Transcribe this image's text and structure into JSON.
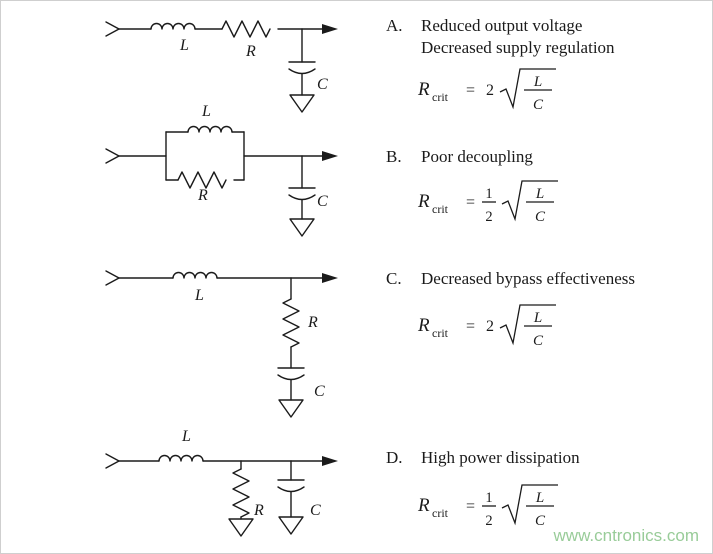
{
  "colors": {
    "ink": "#1b1b1b",
    "watermark": "#99cc99",
    "background": "#ffffff"
  },
  "watermark": {
    "text": "www.cntronics.com"
  },
  "circuits": {
    "a": {
      "inductor": "L",
      "resistor": "R",
      "capacitor": "C"
    },
    "b": {
      "inductor": "L",
      "resistor": "R",
      "capacitor": "C"
    },
    "c": {
      "inductor": "L",
      "resistor": "R",
      "capacitor": "C"
    },
    "d": {
      "inductor": "L",
      "resistor": "R",
      "capacitor": "C"
    }
  },
  "answers": {
    "a": {
      "letter": "A.",
      "line1": "Reduced output voltage",
      "line2": "Decreased supply regulation",
      "formula": {
        "base": "R",
        "sub": "crit",
        "eq": "=",
        "coeff": "2",
        "num": "L",
        "den": "C"
      }
    },
    "b": {
      "letter": "B.",
      "line1": "Poor decoupling",
      "formula": {
        "base": "R",
        "sub": "crit",
        "eq": "=",
        "coeff_num": "1",
        "coeff_den": "2",
        "num": "L",
        "den": "C"
      }
    },
    "c": {
      "letter": "C.",
      "line1": "Decreased bypass effectiveness",
      "formula": {
        "base": "R",
        "sub": "crit",
        "eq": "=",
        "coeff": "2",
        "num": "L",
        "den": "C"
      }
    },
    "d": {
      "letter": "D.",
      "line1": "High power dissipation",
      "formula": {
        "base": "R",
        "sub": "crit",
        "eq": "=",
        "coeff_num": "1",
        "coeff_den": "2",
        "num": "L",
        "den": "C"
      }
    }
  }
}
